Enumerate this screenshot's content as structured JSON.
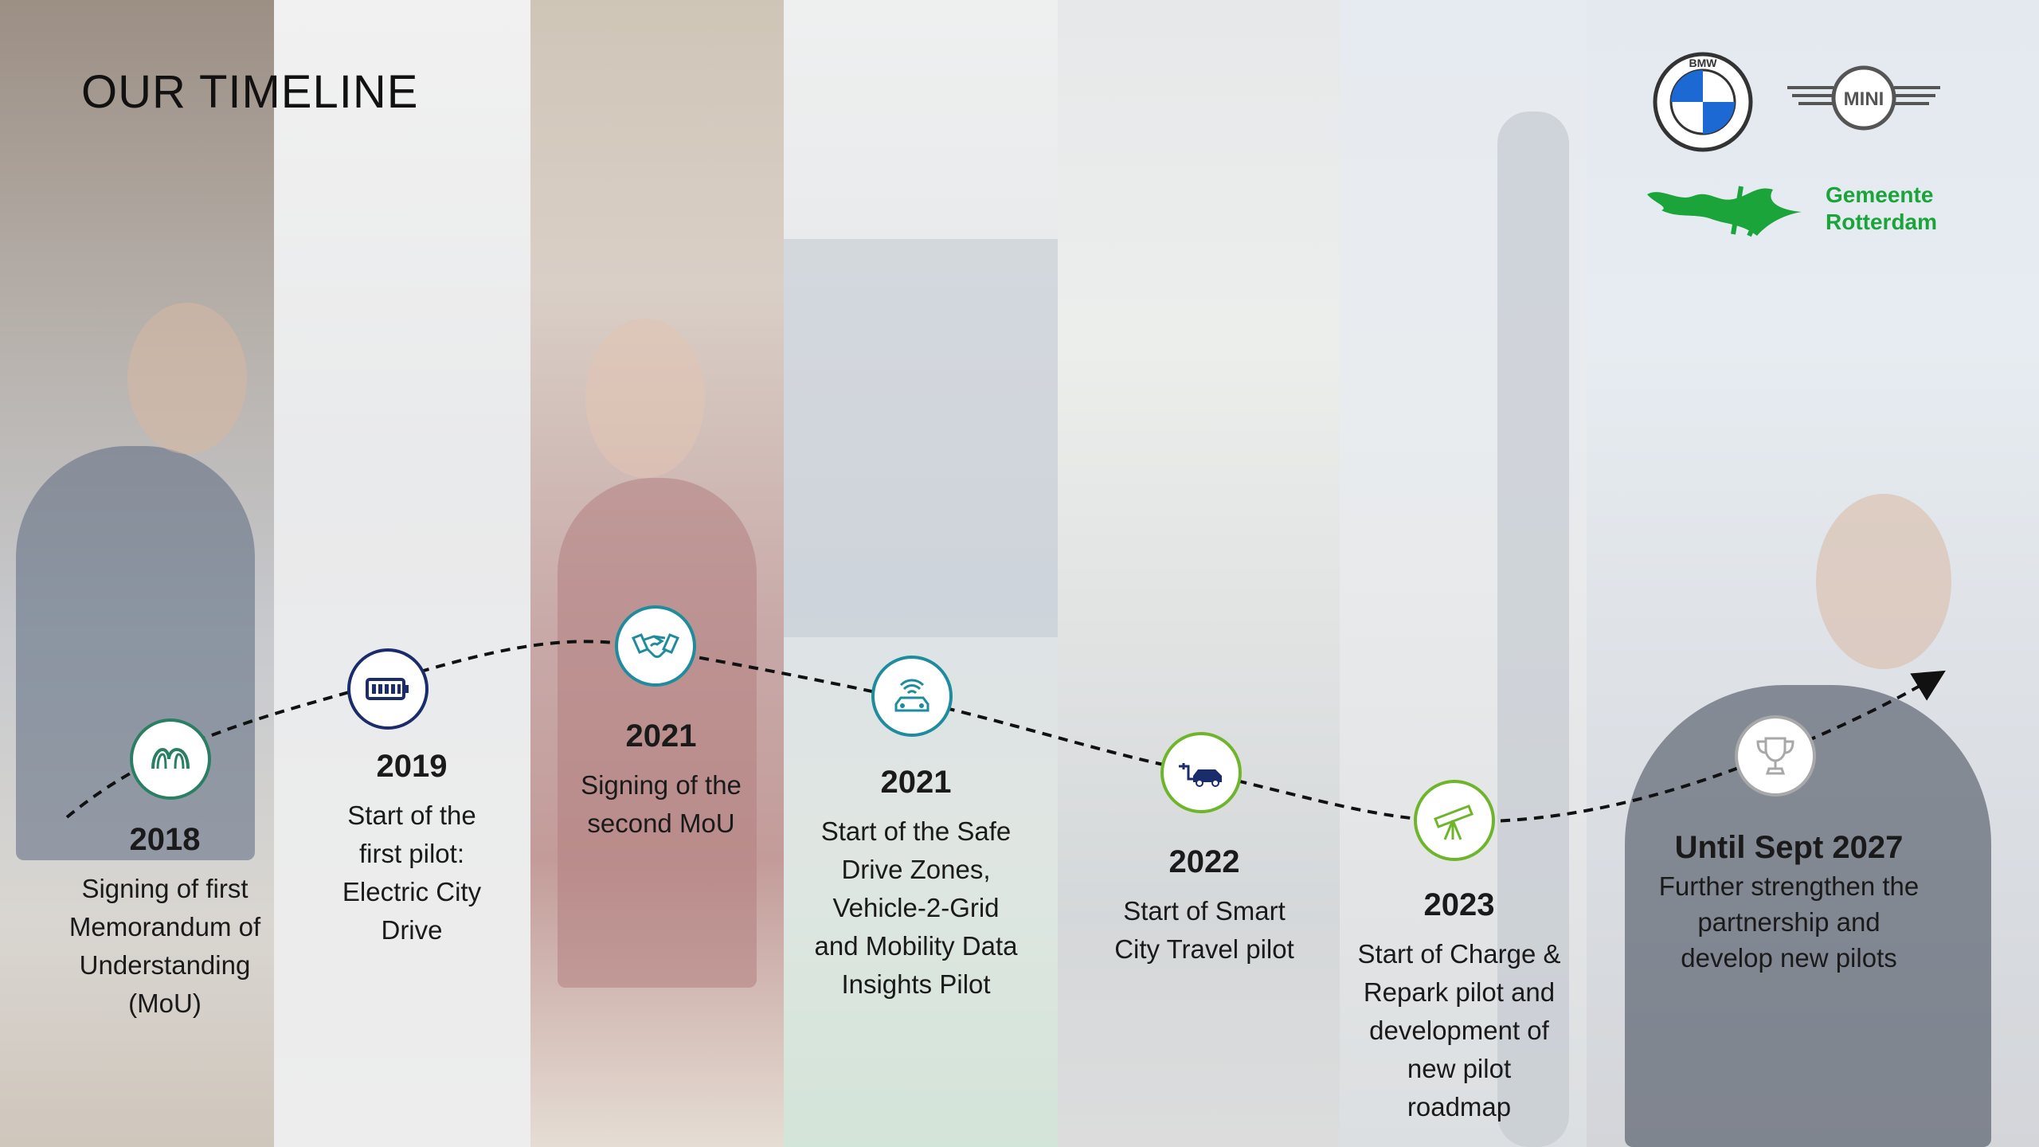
{
  "title": "OUR TIMELINE",
  "logos": {
    "bmw": "BMW",
    "mini": "MINI",
    "rotterdam_line1": "Gemeente",
    "rotterdam_line2": "Rotterdam"
  },
  "colors": {
    "green": "#2a7f62",
    "navy": "#1b2c6b",
    "teal": "#1e8c9c",
    "lime": "#6fb52c",
    "gray": "#a8a8a8",
    "rotterdam_green": "#1aa43a"
  },
  "milestones": [
    {
      "year": "2018",
      "icon": "road-icon",
      "lines": [
        "Signing of first",
        "Memorandum of",
        "Understanding",
        "(MoU)"
      ]
    },
    {
      "year": "2019",
      "icon": "battery-icon",
      "lines": [
        "Start of the",
        "first pilot:",
        "Electric City",
        "Drive"
      ]
    },
    {
      "year": "2021",
      "icon": "handshake-icon",
      "lines": [
        "Signing of the",
        "second MoU"
      ]
    },
    {
      "year": "2021",
      "icon": "connected-car-icon",
      "lines": [
        "Start of the Safe",
        "Drive Zones,",
        "Vehicle-2-Grid",
        "and Mobility Data",
        "Insights Pilot"
      ]
    },
    {
      "year": "2022",
      "icon": "electric-car-icon",
      "lines": [
        "Start of Smart",
        "City Travel pilot"
      ]
    },
    {
      "year": "2023",
      "icon": "telescope-icon",
      "lines": [
        "Start of Charge  &",
        "Repark pilot and",
        "development of",
        "new pilot",
        "roadmap"
      ]
    },
    {
      "year": "Until Sept 2027",
      "icon": "trophy-icon",
      "lines": [
        "Further strengthen the",
        "partnership and",
        "develop new pilots"
      ]
    }
  ]
}
